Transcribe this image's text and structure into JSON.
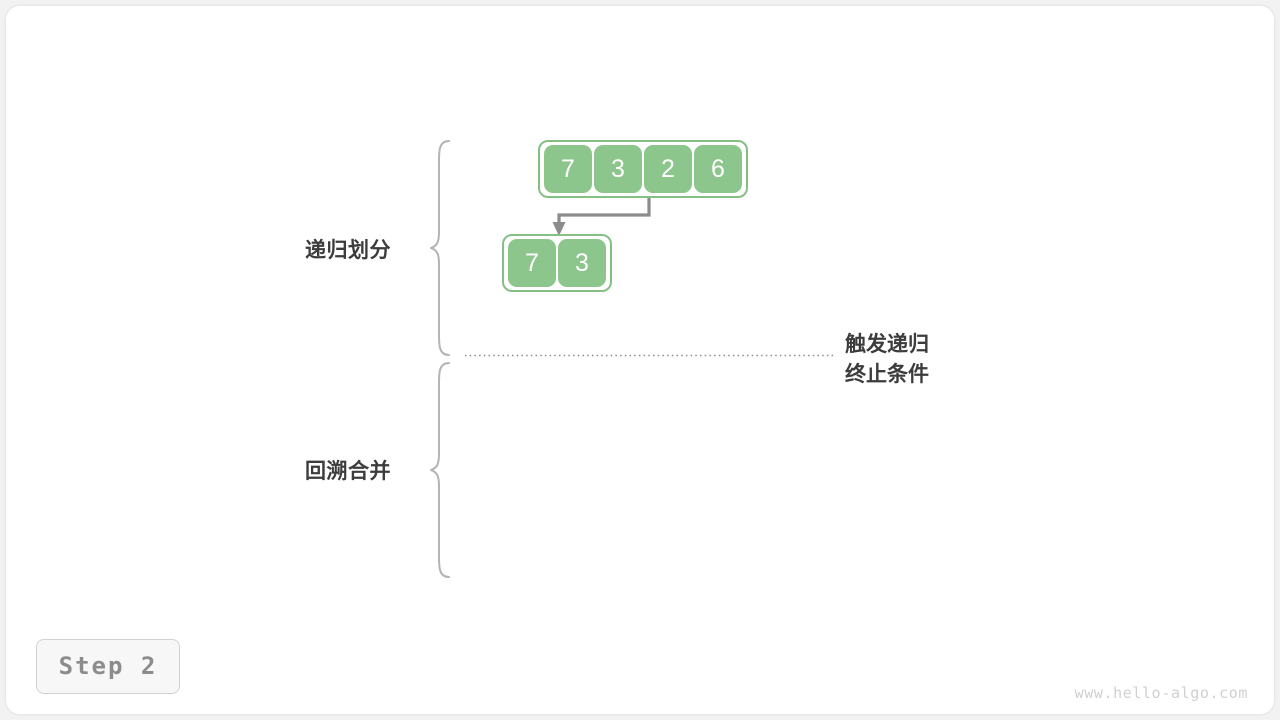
{
  "figure": {
    "title_badge": "Step 2",
    "watermark": "www.hello-algo.com",
    "accent_green_fill": "#8cc68c",
    "accent_green_border": "#84bf84",
    "arrow_color": "#8c8c8c",
    "brace_color": "#b4b4b4",
    "text_color": "#3c3c3c",
    "background": "#ffffff"
  },
  "labels": {
    "divide": "递归划分",
    "merge": "回溯合并",
    "terminate_line1": "触发递归",
    "terminate_line2": "终止条件"
  },
  "arrays": {
    "root": {
      "name": "root-array",
      "values": [
        "7",
        "3",
        "2",
        "6"
      ]
    },
    "left_half": {
      "name": "left-half-array",
      "values": [
        "7",
        "3"
      ]
    }
  },
  "annotations": {
    "divide_brace": "brace-divide",
    "merge_brace": "brace-merge",
    "split_arrow": "split-arrow",
    "boundary_dotted_line": "dotted-boundary"
  }
}
